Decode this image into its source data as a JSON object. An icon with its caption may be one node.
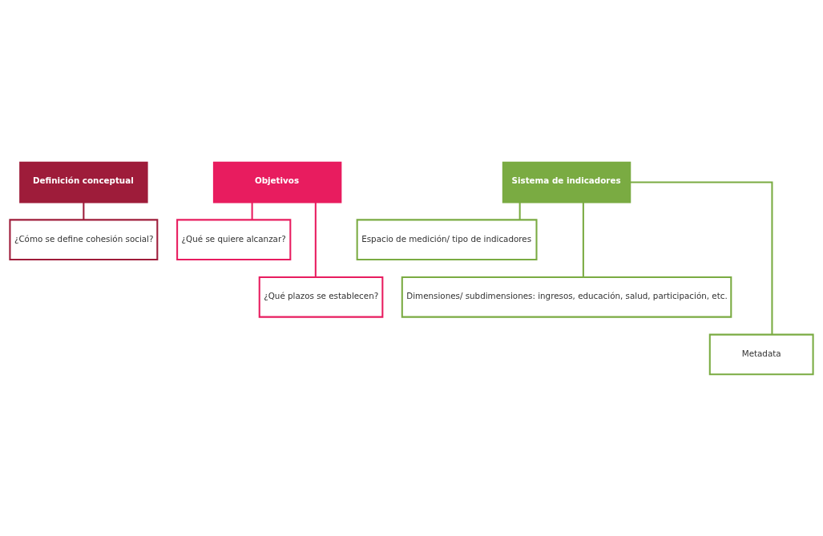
{
  "diagram": {
    "nodes": [
      {
        "text": [
          "Definición conceptual"
        ]
      },
      {
        "text": [
          "¿Cómo se define cohesión social?"
        ]
      },
      {
        "text": [
          "Objetivos"
        ]
      },
      {
        "text": [
          "¿Qué se quiere alcanzar?"
        ]
      },
      {
        "text": [
          "¿Qué plazos se establecen?"
        ]
      },
      {
        "text": [
          "Sistema de indicadores"
        ]
      },
      {
        "text": [
          "Espacio de medición/ tipo de indicadores"
        ]
      },
      {
        "text": [
          "Dimensiones/ subdimensiones: ingresos, educación, salud, participación, etc."
        ]
      },
      {
        "text": [
          "Metadata"
        ]
      }
    ],
    "edges": [
      {
        "from": 0,
        "to": 1,
        "arrow": "none",
        "color": "#9e1c3a"
      },
      {
        "from": 2,
        "to": 3,
        "arrow": "none",
        "color": "#e81c5f"
      },
      {
        "from": 2,
        "to": 4,
        "arrow": "none",
        "color": "#e81c5f"
      },
      {
        "from": 5,
        "to": 6,
        "arrow": "none"
      },
      {
        "from": 5,
        "to": 7,
        "arrow": "none"
      },
      {
        "from": 5,
        "to": 8,
        "arrow": "none"
      }
    ]
  }
}
